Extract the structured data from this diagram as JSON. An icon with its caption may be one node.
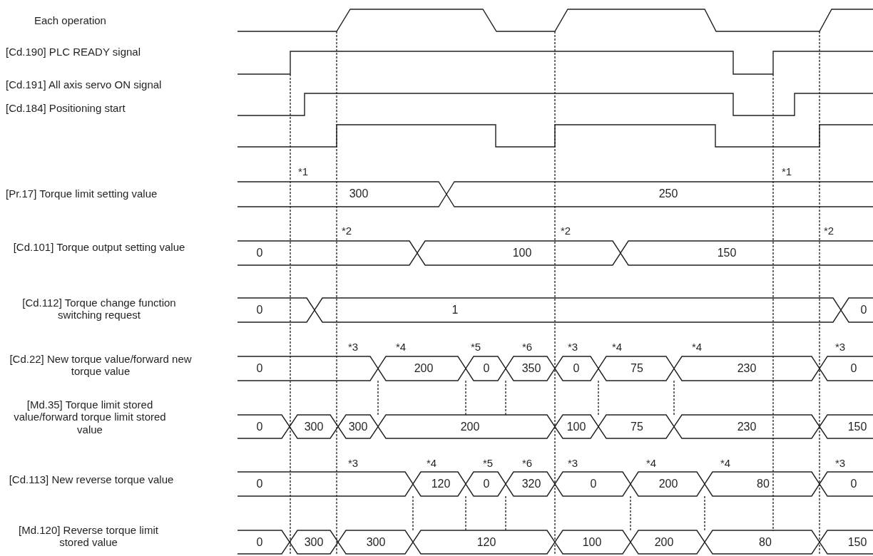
{
  "diagram": {
    "labels": [
      "Each operation",
      "[Cd.190] PLC READY signal",
      "[Cd.191] All axis servo ON signal",
      "[Cd.184] Positioning start",
      "*1",
      "*1",
      "[Pr.17] Torque limit setting value",
      "300",
      "250",
      "*2",
      "*2",
      "*2",
      "[Cd.101] Torque output setting value",
      "0",
      "100",
      "150",
      "[Cd.112] Torque change function switching request",
      "0",
      "1",
      "0",
      "*3",
      "*4",
      "*5",
      "*6",
      "*3",
      "*4",
      "*4",
      "*3",
      "[Cd.22] New torque value/forward new torque value",
      "0",
      "200",
      "0",
      "350",
      "0",
      "75",
      "230",
      "0",
      "[Md.35] Torque limit stored value/forward torque limit stored value",
      "0",
      "300",
      "300",
      "200",
      "100",
      "75",
      "230",
      "150",
      "*3",
      "*4",
      "*5",
      "*6",
      "*3",
      "*4",
      "*4",
      "*3",
      "[Cd.113] New reverse torque value",
      "0",
      "120",
      "0",
      "320",
      "0",
      "200",
      "80",
      "0",
      "[Md.120] Reverse torque limit stored value",
      "0",
      "300",
      "300",
      "120",
      "100",
      "200",
      "80",
      "150"
    ]
  }
}
